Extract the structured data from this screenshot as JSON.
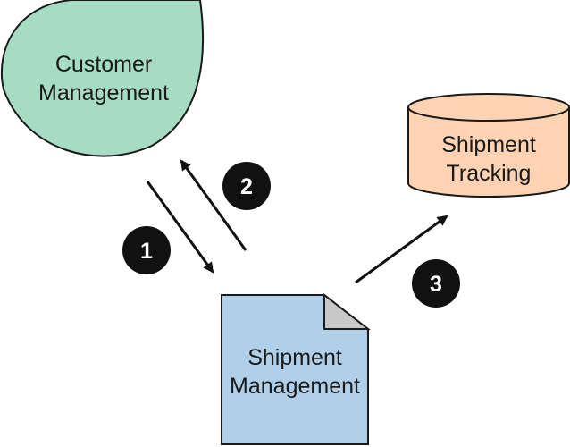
{
  "nodes": {
    "customer_management": {
      "lines": [
        "Customer",
        "Management"
      ],
      "fill": "#a6dcc4",
      "stroke": "#1a1a1a"
    },
    "shipment_tracking": {
      "lines": [
        "Shipment",
        "Tracking"
      ],
      "fill": "#fdd3b3",
      "stroke": "#1a1a1a"
    },
    "shipment_management": {
      "lines": [
        "Shipment",
        "Management"
      ],
      "fill": "#b0d0ea",
      "fold_fill": "#c8c8c8",
      "stroke": "#1a1a1a"
    }
  },
  "steps": [
    {
      "label": "1"
    },
    {
      "label": "2"
    },
    {
      "label": "3"
    }
  ],
  "colors": {
    "arrow": "#111111",
    "badge": "#111111",
    "badge_text": "#ffffff"
  }
}
